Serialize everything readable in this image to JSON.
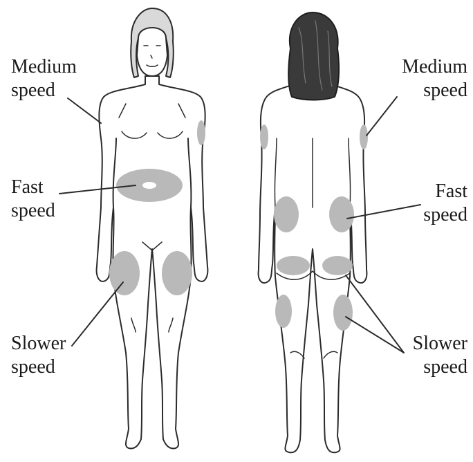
{
  "labels": {
    "front_medium": [
      "Medium",
      "speed"
    ],
    "front_fast": [
      "Fast",
      "speed"
    ],
    "front_slower": [
      "Slower",
      "speed"
    ],
    "back_medium": [
      "Medium",
      "speed"
    ],
    "back_fast": [
      "Fast",
      "speed"
    ],
    "back_slower": [
      "Slower",
      "speed"
    ]
  },
  "colors": {
    "line": "#2b2b2b",
    "injection_zone": "#b9b9b9",
    "hair": "#3a3a3a",
    "skin": "#ffffff"
  }
}
